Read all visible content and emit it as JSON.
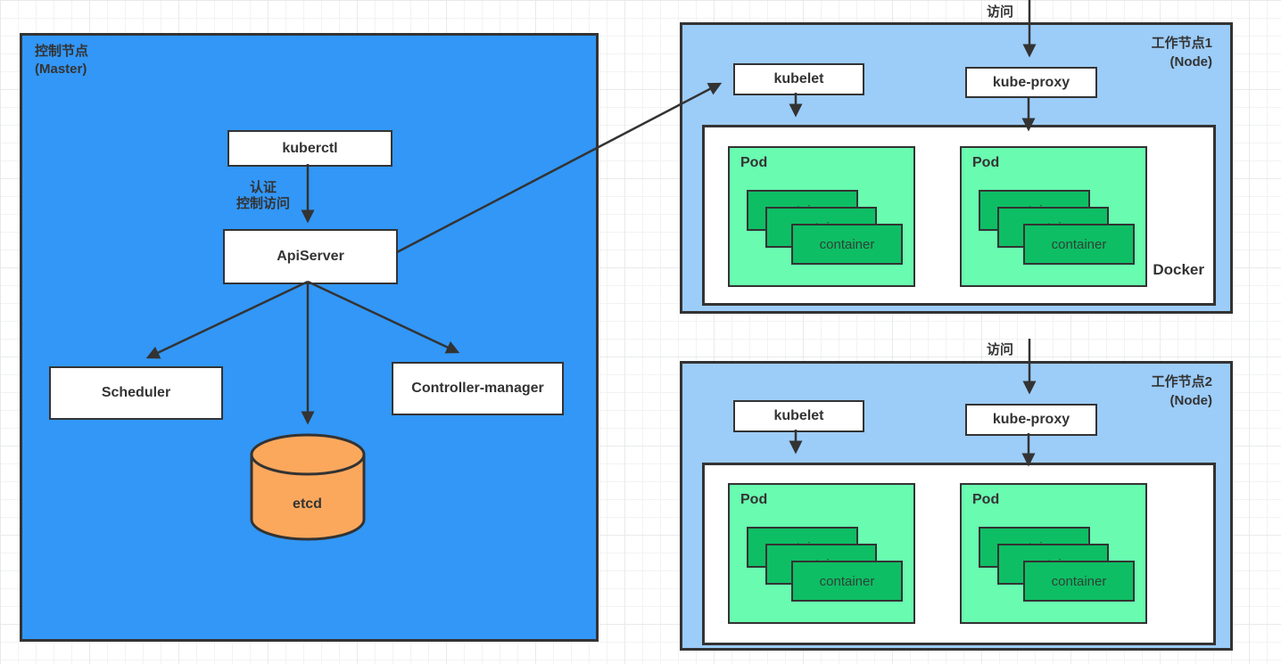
{
  "diagram": {
    "master": {
      "title_line1": "控制节点",
      "title_line2": "(Master)",
      "kuberctl_label": "kuberctl",
      "auth_line1": "认证",
      "auth_line2": "控制访问",
      "apiserver_label": "ApiServer",
      "scheduler_label": "Scheduler",
      "controller_manager_label": "Controller-manager",
      "etcd_label": "etcd"
    },
    "nodes": [
      {
        "title": "工作节点1",
        "subtitle": "(Node)",
        "visit_label": "访问",
        "kubelet_label": "kubelet",
        "kube_proxy_label": "kube-proxy",
        "docker_label": "Docker",
        "pods": [
          {
            "label": "Pod",
            "containers": [
              "container",
              "container",
              "container"
            ]
          },
          {
            "label": "Pod",
            "containers": [
              "container",
              "container",
              "container"
            ]
          }
        ]
      },
      {
        "title": "工作节点2",
        "subtitle": "(Node)",
        "visit_label": "访问",
        "kubelet_label": "kubelet",
        "kube_proxy_label": "kube-proxy",
        "docker_label": "",
        "pods": [
          {
            "label": "Pod",
            "containers": [
              "container",
              "container",
              "container"
            ]
          },
          {
            "label": "Pod",
            "containers": [
              "container",
              "container",
              "container"
            ]
          }
        ]
      }
    ]
  },
  "colors": {
    "master_fill": "#3297f7",
    "node_fill": "#9cccf8",
    "pod_fill": "#69fbb0",
    "container_fill": "#0ebe64",
    "etcd_fill": "#fba85d",
    "stroke": "#333333",
    "text": "#333333"
  }
}
